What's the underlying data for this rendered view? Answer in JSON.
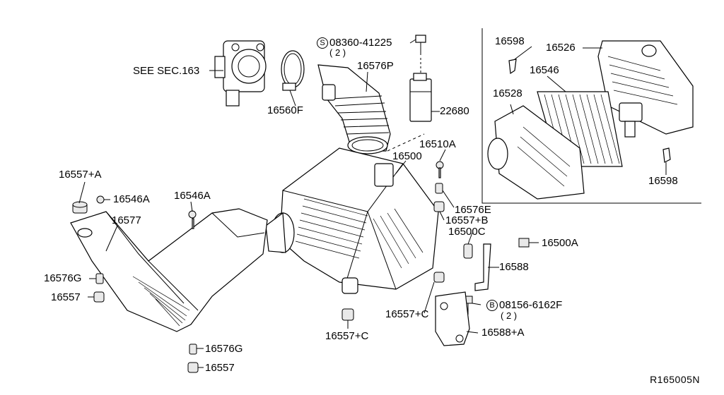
{
  "labels": {
    "see_sec": "SEE SEC.163",
    "p16560f": "16560F",
    "screw_top_symbol": "S",
    "screw_top_code": "08360-41225",
    "screw_top_qty": "( 2 )",
    "p16576p": "16576P",
    "p22680": "22680",
    "p16510a": "16510A",
    "p16500": "16500",
    "p16557a": "16557+A",
    "p16546a_left": "16546A",
    "p16546a_mid": "16546A",
    "p16577": "16577",
    "p16576g_left": "16576G",
    "p16557_left": "16557",
    "p16576e": "16576E",
    "p16557b": "16557+B",
    "p16500c": "16500C",
    "p16500a": "16500A",
    "p16588": "16588",
    "bolt_symbol": "B",
    "bolt_code": "08156-6162F",
    "bolt_qty": "( 2 )",
    "p16557c_right": "16557+C",
    "p16557c_bottom": "16557+C",
    "p16588a": "16588+A",
    "p16576g_bottom": "16576G",
    "p16557_bottom": "16557",
    "inset_16598_top": "16598",
    "inset_16526": "16526",
    "inset_16546": "16546",
    "inset_16528": "16528",
    "inset_16598_bottom": "16598",
    "ref_code": "R165005N"
  }
}
